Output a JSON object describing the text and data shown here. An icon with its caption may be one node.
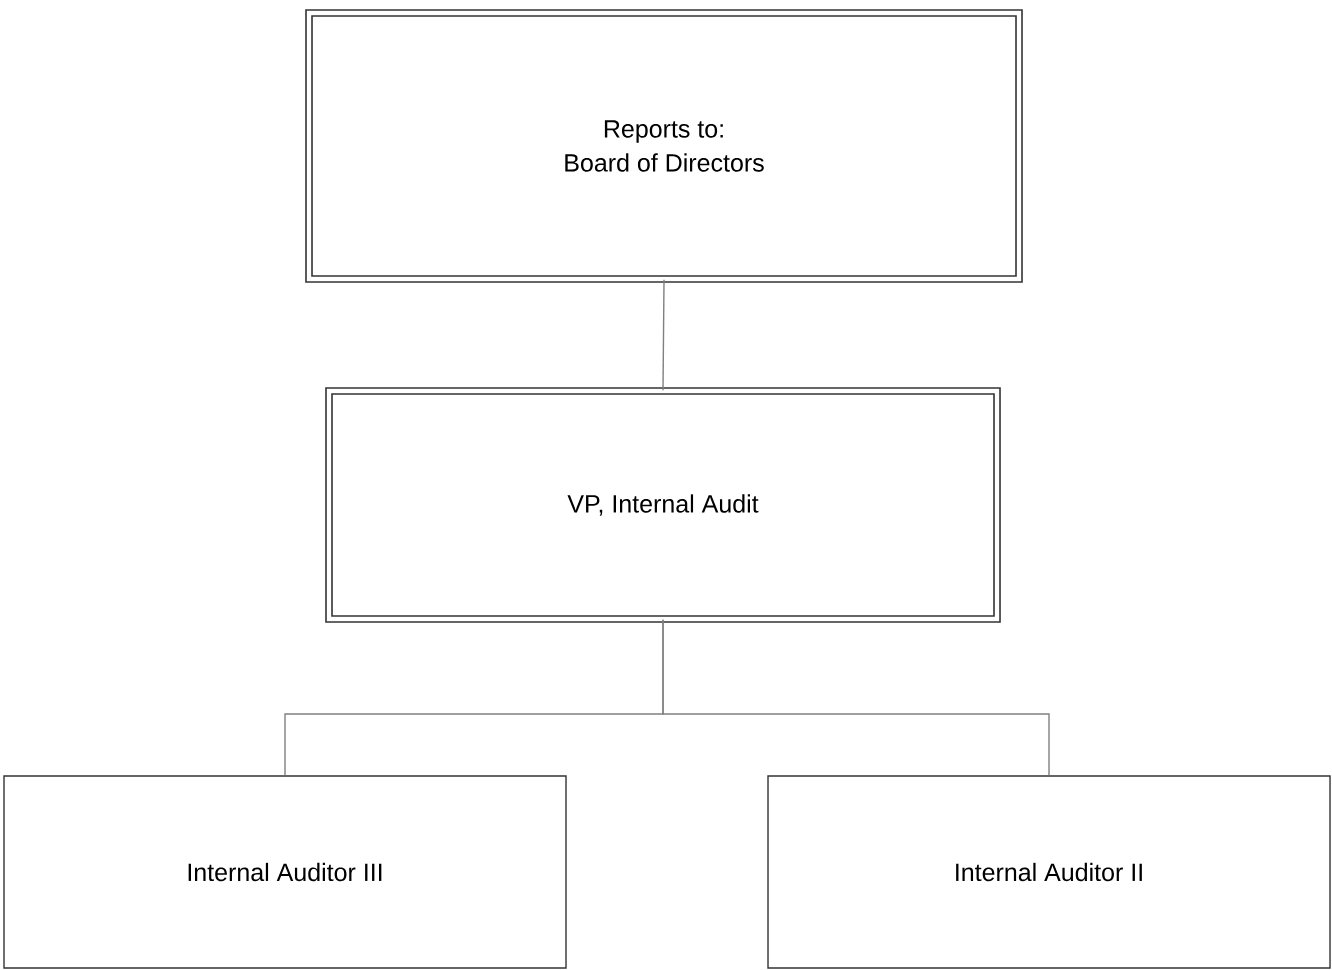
{
  "diagram": {
    "nodes": [
      {
        "text": [
          "Reports to:",
          "Board of Directors"
        ]
      },
      {
        "text": [
          "VP, Internal Audit"
        ]
      },
      {
        "text": [
          "Internal Auditor III"
        ]
      },
      {
        "text": [
          "Internal Auditor II"
        ]
      }
    ],
    "edges": [
      {
        "from": 0,
        "to": 1,
        "arrow": "none"
      },
      {
        "from": 1,
        "to": 2,
        "arrow": "none"
      },
      {
        "from": 1,
        "to": 3,
        "arrow": "none"
      }
    ]
  }
}
